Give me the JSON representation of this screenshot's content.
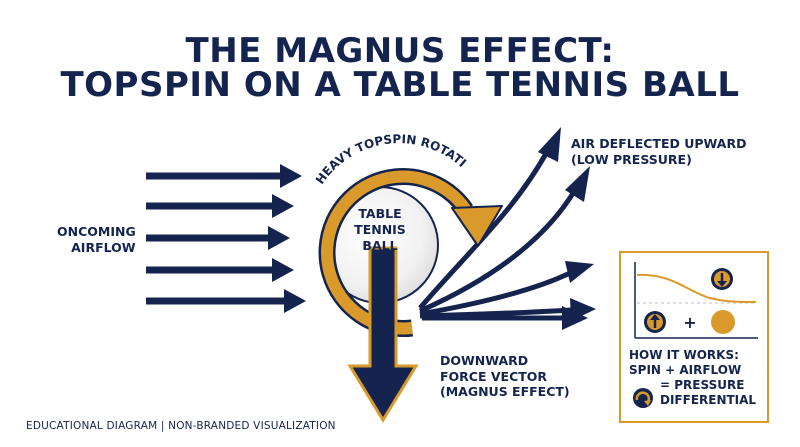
{
  "title": {
    "line1": "THE MAGNUS EFFECT:",
    "line2": "TOPSPIN ON A TABLE TENNIS BALL"
  },
  "labels": {
    "oncoming_airflow_1": "ONCOMING",
    "oncoming_airflow_2": "AIRFLOW",
    "rotation": "HEAVY TOPSPIN ROTATION",
    "ball_1": "TABLE",
    "ball_2": "TENNIS",
    "ball_3": "BALL",
    "deflected_1": "AIR DEFLECTED UPWARD",
    "deflected_2": "(LOW PRESSURE)",
    "force_1": "DOWNWARD",
    "force_2": "FORCE VECTOR",
    "force_3": "(MAGNUS EFFECT)"
  },
  "inset": {
    "plus": "+",
    "line1": "HOW IT WORKS:",
    "line2": "SPIN + AIRFLOW",
    "line3": "= PRESSURE",
    "line4": "DIFFERENTIAL"
  },
  "footer": "EDUCATIONAL DIAGRAM | NON-BRANDED VISUALIZATION",
  "colors": {
    "navy": "#14244e",
    "gold": "#d99a2b",
    "white": "#ffffff"
  },
  "icons": {
    "airflow": "right-arrow-icon",
    "spin": "curved-arrow-icon",
    "force": "down-arrow-icon",
    "inset_up": "up-arrow-circle-icon",
    "inset_down": "down-arrow-circle-icon",
    "inset_spin": "rotate-icon"
  }
}
